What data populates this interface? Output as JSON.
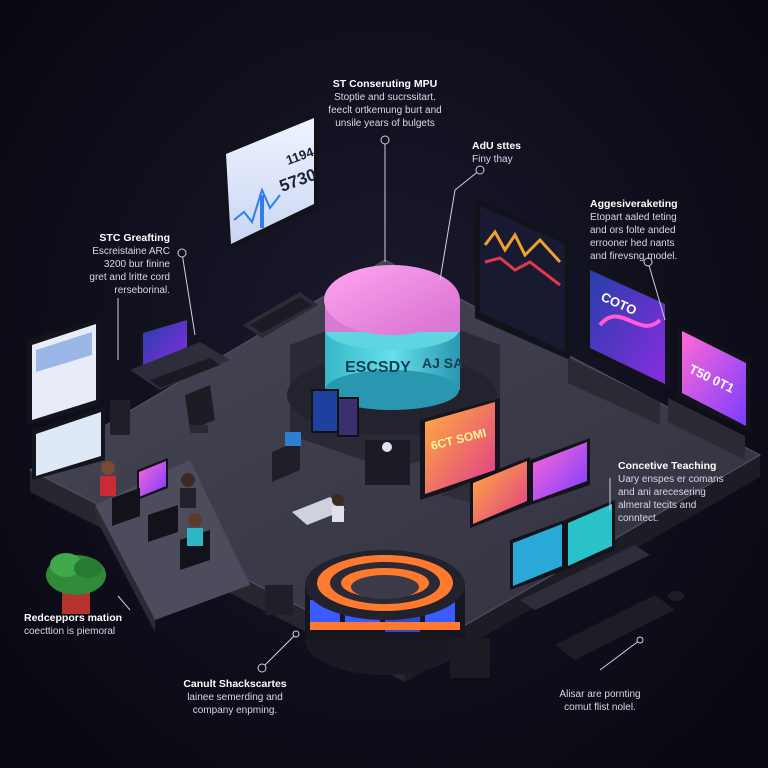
{
  "callouts": {
    "top_center": {
      "title": "ST Conseruting MPU",
      "lines": [
        "Stoptie and sucrssitart.",
        "feeclt ortkemung burt and",
        "unsile years of bulgets"
      ]
    },
    "top_right_small": {
      "title": "AdU sttes",
      "lines": [
        "Finy thay"
      ]
    },
    "right_upper": {
      "title": "Aggesiveraketing",
      "lines": [
        "Etopart aaled teting",
        "and ors folte anded",
        "errooner hed nants",
        "and firevsng model."
      ]
    },
    "left_upper": {
      "title": "STC Greafting",
      "lines": [
        "Escreistaine ARC",
        "3200 bur finine",
        "gret and lritte cord",
        "rerseborinal."
      ]
    },
    "right_mid": {
      "title": "Concetive Teaching",
      "lines": [
        "Uary enspes er comans",
        "and ani arecesering",
        "almeral tecits and",
        "conntect."
      ]
    },
    "left_lower": {
      "title": "Redceppors mation",
      "lines": [
        "coecttion is piemoral"
      ]
    },
    "bottom_center": {
      "title": "Canult Shackscartes",
      "lines": [
        "lainee semerding and",
        "company enpming."
      ]
    },
    "bottom_right": {
      "title": "",
      "lines": [
        "Alisar are pornting",
        "comut flist nolel."
      ]
    }
  },
  "screens": {
    "dashboard_value": "5730",
    "dashboard_small": "1194",
    "right_screen_text": "COTO",
    "far_right_screen_text": "T50 0T1",
    "hub_screen_text": "6CT SOMI"
  },
  "colors": {
    "floor": "#3a3a48",
    "floor_side": "#23232e",
    "accent_pink": "#f08ce0",
    "accent_cyan": "#3fc9d6",
    "accent_orange": "#ff7a2e",
    "accent_blue": "#3a5bff"
  }
}
